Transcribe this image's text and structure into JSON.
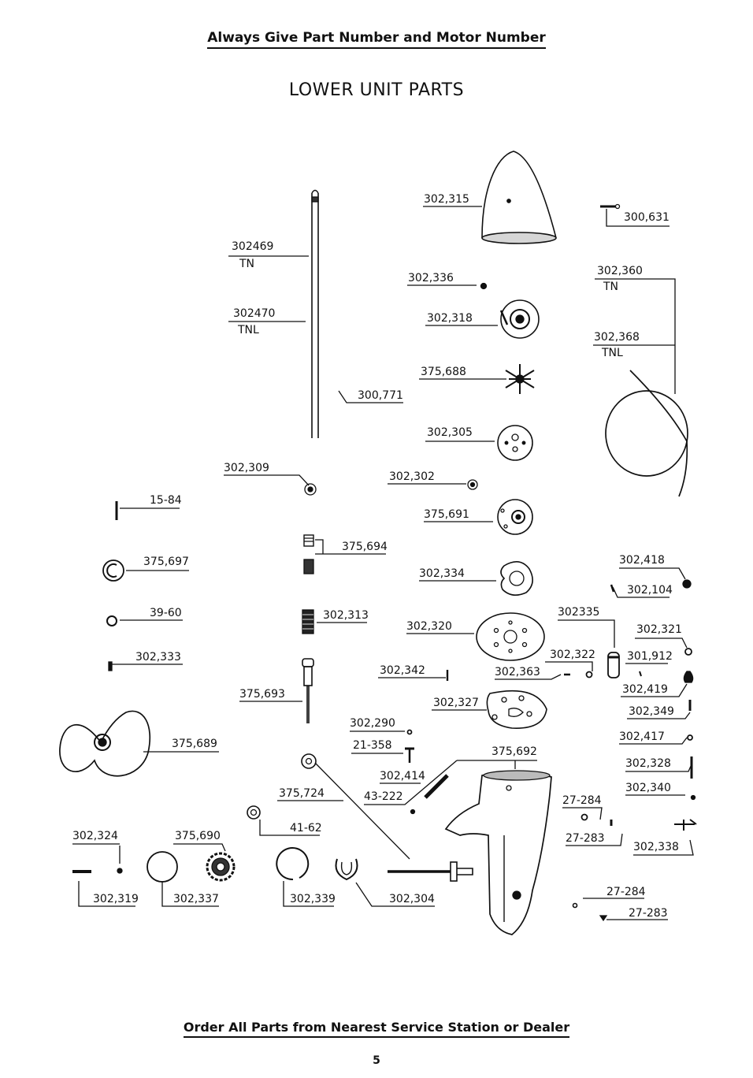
{
  "header": {
    "top_note": "Always Give Part Number and Motor Number",
    "title": "LOWER UNIT PARTS"
  },
  "footer": {
    "bottom_note": "Order All Parts from Nearest Service Station or Dealer",
    "page_number": "5"
  },
  "parts": [
    {
      "id": "p302315",
      "number": "302,315"
    },
    {
      "id": "p300631",
      "number": "300,631"
    },
    {
      "id": "p302469",
      "number": "302469",
      "sub": "TN"
    },
    {
      "id": "p302470",
      "number": "302470",
      "sub": "TNL"
    },
    {
      "id": "p302336",
      "number": "302,336"
    },
    {
      "id": "p302360",
      "number": "302,360",
      "sub": "TN"
    },
    {
      "id": "p302318",
      "number": "302,318"
    },
    {
      "id": "p302368",
      "number": "302,368",
      "sub": "TNL"
    },
    {
      "id": "p375688",
      "number": "375,688"
    },
    {
      "id": "p300771",
      "number": "300,771"
    },
    {
      "id": "p302305",
      "number": "302,305"
    },
    {
      "id": "p302309",
      "number": "302,309"
    },
    {
      "id": "p302302",
      "number": "302,302"
    },
    {
      "id": "p1584",
      "number": "15-84"
    },
    {
      "id": "p375691",
      "number": "375,691"
    },
    {
      "id": "p375694",
      "number": "375,694"
    },
    {
      "id": "p375697",
      "number": "375,697"
    },
    {
      "id": "p302418",
      "number": "302,418"
    },
    {
      "id": "p302334",
      "number": "302,334"
    },
    {
      "id": "p302104",
      "number": "302,104"
    },
    {
      "id": "p3960",
      "number": "39-60"
    },
    {
      "id": "p302313",
      "number": "302,313"
    },
    {
      "id": "p302335",
      "number": "302335"
    },
    {
      "id": "p302320",
      "number": "302,320"
    },
    {
      "id": "p302321",
      "number": "302,321"
    },
    {
      "id": "p302333",
      "number": "302,333"
    },
    {
      "id": "p302322",
      "number": "302,322"
    },
    {
      "id": "p301912",
      "number": "301,912"
    },
    {
      "id": "p302342",
      "number": "302,342"
    },
    {
      "id": "p302363",
      "number": "302,363"
    },
    {
      "id": "p375693",
      "number": "375,693"
    },
    {
      "id": "p302419",
      "number": "302,419"
    },
    {
      "id": "p302327",
      "number": "302,327"
    },
    {
      "id": "p302349",
      "number": "302,349"
    },
    {
      "id": "p302290",
      "number": "302,290"
    },
    {
      "id": "p375689",
      "number": "375,689"
    },
    {
      "id": "p302417",
      "number": "302,417"
    },
    {
      "id": "p21358",
      "number": "21-358"
    },
    {
      "id": "p375692",
      "number": "375,692"
    },
    {
      "id": "p302328",
      "number": "302,328"
    },
    {
      "id": "p302414",
      "number": "302,414"
    },
    {
      "id": "p302340",
      "number": "302,340"
    },
    {
      "id": "p375724",
      "number": "375,724"
    },
    {
      "id": "p43222",
      "number": "43-222"
    },
    {
      "id": "p27284a",
      "number": "27-284"
    },
    {
      "id": "p4162",
      "number": "41-62"
    },
    {
      "id": "p302324",
      "number": "302,324"
    },
    {
      "id": "p375690",
      "number": "375,690"
    },
    {
      "id": "p27283a",
      "number": "27-283"
    },
    {
      "id": "p302338",
      "number": "302,338"
    },
    {
      "id": "p302319",
      "number": "302,319"
    },
    {
      "id": "p302337",
      "number": "302,337"
    },
    {
      "id": "p302339",
      "number": "302,339"
    },
    {
      "id": "p302304",
      "number": "302,304"
    },
    {
      "id": "p27284b",
      "number": "27-284"
    },
    {
      "id": "p27283b",
      "number": "27-283"
    }
  ]
}
